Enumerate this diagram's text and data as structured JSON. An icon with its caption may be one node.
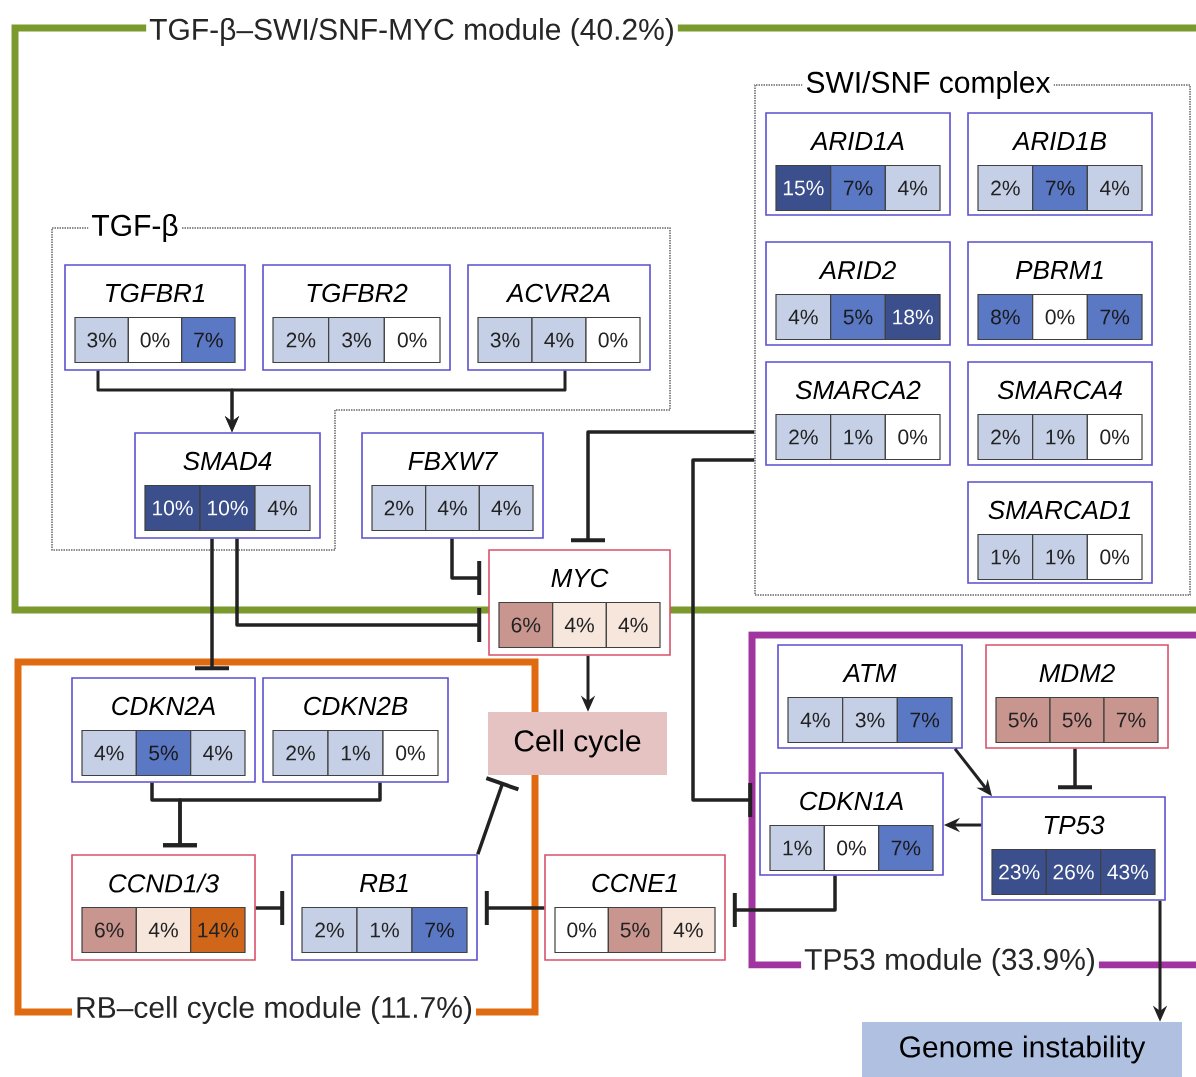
{
  "diagram": {
    "nodes": [
      {
        "text": [
          "TGF-β–SWI/SNF-MYC module (40.2%)"
        ]
      },
      {
        "text": [
          "TGF-β"
        ],
        "in": 0
      },
      {
        "text": [
          "TGFBR1",
          "3%",
          "0%",
          "7%"
        ],
        "in": 1
      },
      {
        "text": [
          "TGFBR2",
          "2%",
          "3%",
          "0%"
        ],
        "in": 1
      },
      {
        "text": [
          "ACVR2A",
          "3%",
          "4%",
          "0%"
        ],
        "in": 1
      },
      {
        "text": [
          "SMAD4",
          "10%",
          "10%",
          "4%"
        ],
        "in": 1
      },
      {
        "text": [
          "SWI/SNF complex"
        ],
        "in": 0
      },
      {
        "text": [
          "ARID1A",
          "15%",
          "7%",
          "4%"
        ],
        "in": 6
      },
      {
        "text": [
          "ARID1B",
          "2%",
          "7%",
          "4%"
        ],
        "in": 6
      },
      {
        "text": [
          "ARID2",
          "4%",
          "5%",
          "18%"
        ],
        "in": 6
      },
      {
        "text": [
          "PBRM1",
          "8%",
          "0%",
          "7%"
        ],
        "in": 6
      },
      {
        "text": [
          "SMARCA2",
          "2%",
          "1%",
          "0%"
        ],
        "in": 6
      },
      {
        "text": [
          "SMARCA4",
          "2%",
          "1%",
          "0%"
        ],
        "in": 6
      },
      {
        "text": [
          "SMARCAD1",
          "1%",
          "1%",
          "0%"
        ],
        "in": 6
      },
      {
        "text": [
          "FBXW7",
          "2%",
          "4%",
          "4%"
        ],
        "in": 0
      },
      {
        "text": [
          "MYC",
          "6%",
          "4%",
          "4%"
        ]
      },
      {
        "text": [
          "RB–cell cycle module (11.7%)"
        ]
      },
      {
        "text": [
          "CDKN2A",
          "4%",
          "5%",
          "4%"
        ],
        "in": 16
      },
      {
        "text": [
          "CDKN2B",
          "2%",
          "1%",
          "0%"
        ],
        "in": 16
      },
      {
        "text": [
          "CCND1/3",
          "6%",
          "4%",
          "14%"
        ],
        "in": 16
      },
      {
        "text": [
          "RB1",
          "2%",
          "1%",
          "7%"
        ],
        "in": 16
      },
      {
        "text": [
          "Cell cycle"
        ]
      },
      {
        "text": [
          "CCNE1",
          "0%",
          "5%",
          "4%"
        ]
      },
      {
        "text": [
          "TP53 module (33.9%)"
        ]
      },
      {
        "text": [
          "ATM",
          "4%",
          "3%",
          "7%"
        ],
        "in": 23
      },
      {
        "text": [
          "MDM2",
          "5%",
          "5%",
          "7%"
        ],
        "in": 23
      },
      {
        "text": [
          "CDKN1A",
          "1%",
          "0%",
          "7%"
        ],
        "in": 23
      },
      {
        "text": [
          "TP53",
          "23%",
          "26%",
          "43%"
        ],
        "in": 23
      },
      {
        "text": [
          "Genome instability"
        ]
      }
    ],
    "edges": [
      {
        "from": 2,
        "to": 5,
        "arrow": "to"
      },
      {
        "from": 4,
        "to": 5,
        "arrow": "to"
      },
      {
        "from": 5,
        "to": 17,
        "arrow": "other"
      },
      {
        "from": 5,
        "to": 15,
        "arrow": "other"
      },
      {
        "from": 14,
        "to": 15,
        "arrow": "other"
      },
      {
        "from": 6,
        "to": 15,
        "arrow": "other"
      },
      {
        "from": 6,
        "to": 26,
        "arrow": "other"
      },
      {
        "from": 15,
        "to": 21,
        "arrow": "to"
      },
      {
        "from": 17,
        "to": 19,
        "arrow": "other"
      },
      {
        "from": 18,
        "to": 19,
        "arrow": "other"
      },
      {
        "from": 19,
        "to": 20,
        "arrow": "other"
      },
      {
        "from": 20,
        "to": 21,
        "arrow": "other"
      },
      {
        "from": 22,
        "to": 20,
        "arrow": "other"
      },
      {
        "from": 26,
        "to": 22,
        "arrow": "other"
      },
      {
        "from": 24,
        "to": 27,
        "arrow": "to"
      },
      {
        "from": 25,
        "to": 27,
        "arrow": "other"
      },
      {
        "from": 27,
        "to": 26,
        "arrow": "to"
      },
      {
        "from": 27,
        "to": 28,
        "arrow": "to"
      }
    ]
  }
}
